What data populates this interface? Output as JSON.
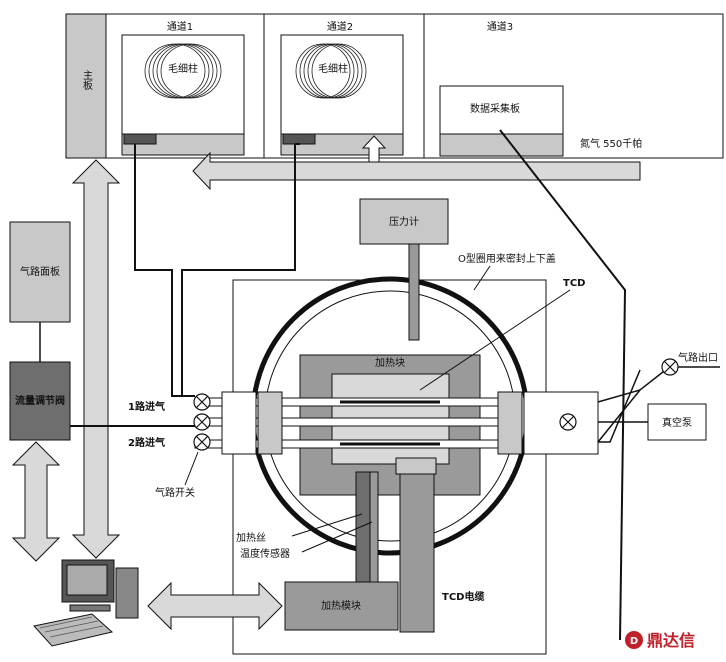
{
  "labels": {
    "mainboard": "主板",
    "channel1": "通道1",
    "channel2": "通道2",
    "channel3": "通道3",
    "capillary1": "毛细柱",
    "capillary2": "毛细柱",
    "daq_board": "数据采集板",
    "nitrogen": "氮气 550千帕",
    "pressure_gauge": "压力计",
    "oring": "O型圈用来密封上下盖",
    "tcd": "TCD",
    "gas_panel": "气路面板",
    "flow_valve": "流量调节阀",
    "inlet1": "1路进气",
    "inlet2": "2路进气",
    "gas_switch": "气路开关",
    "heating_block": "加热块",
    "gas_outlet": "气路出口",
    "vacuum_pump": "真空泵",
    "heating_wire": "加热丝",
    "temp_sensor": "温度传感器",
    "heating_module": "加热模块",
    "tcd_cable": "TCD电缆",
    "watermark": "鼎达信"
  },
  "colors": {
    "panel_gray": "#c8c8c8",
    "light_gray": "#d9d9d9",
    "mid_gray": "#9a9a9a",
    "dark_gray": "#6e6e6e",
    "line": "#111111",
    "watermark": "#c0202a"
  }
}
